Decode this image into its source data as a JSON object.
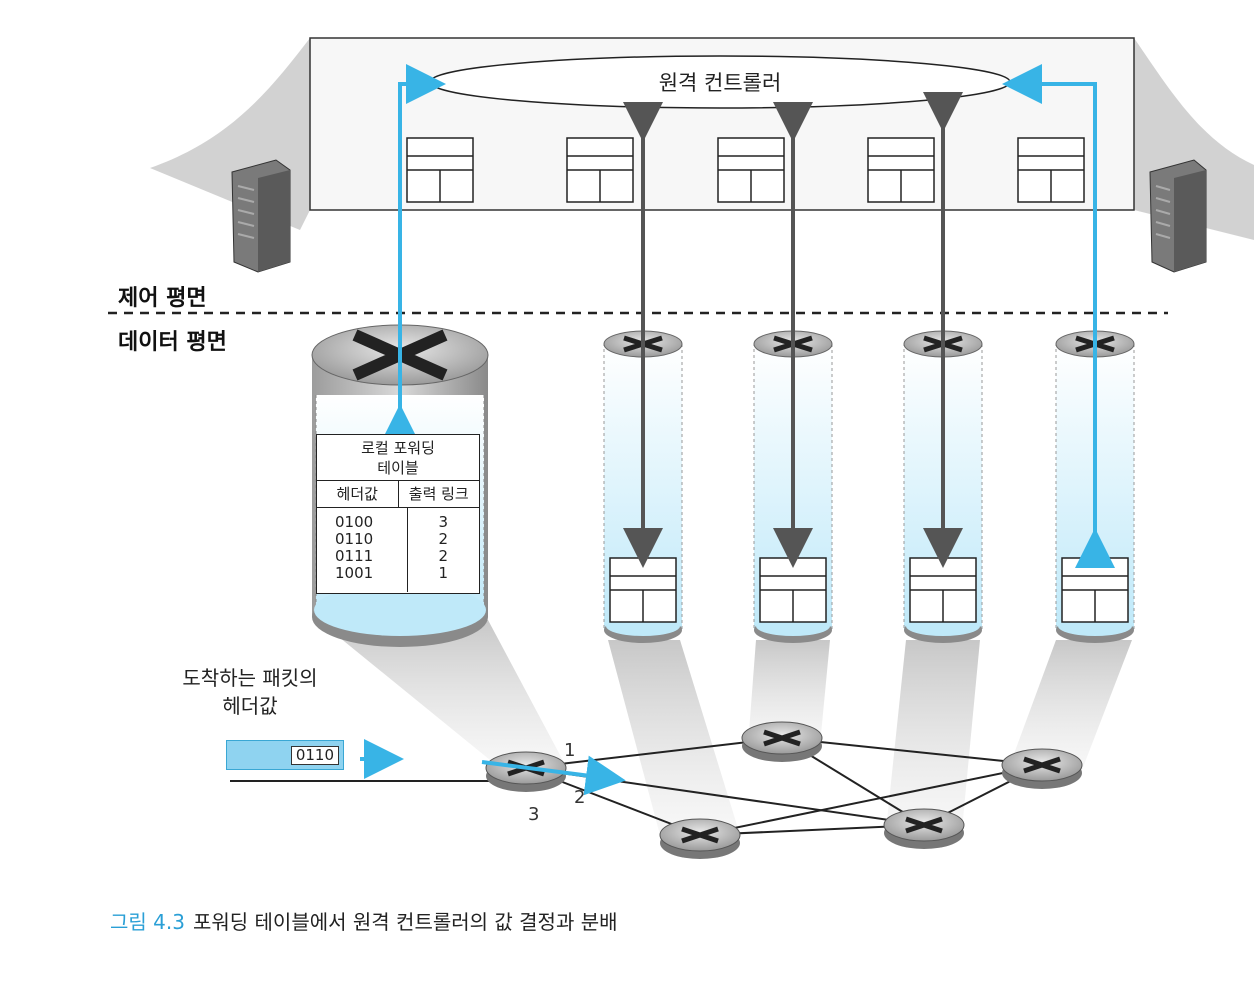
{
  "controller_label": "원격 컨트롤러",
  "control_plane_label": "제어 평면",
  "data_plane_label": "데이터 평면",
  "local_table": {
    "title_line1": "로컬 포워딩",
    "title_line2": "테이블",
    "col_header": "헤더값",
    "col_output": "출력 링크",
    "headers": [
      "0100",
      "0110",
      "0111",
      "1001"
    ],
    "outputs": [
      "3",
      "2",
      "2",
      "1"
    ]
  },
  "arriving_label_line1": "도착하는 패킷의",
  "arriving_label_line2": "헤더값",
  "packet_value": "0110",
  "port_labels": [
    "1",
    "2",
    "3"
  ],
  "caption": {
    "figure_no": "그림 4.3",
    "text": "포워딩 테이블에서 원격 컨트롤러의 값 결정과 분배"
  },
  "colors": {
    "accent_blue": "#38b4e6",
    "arrow_gray": "#555555",
    "caption_blue": "#2a9fd6"
  }
}
